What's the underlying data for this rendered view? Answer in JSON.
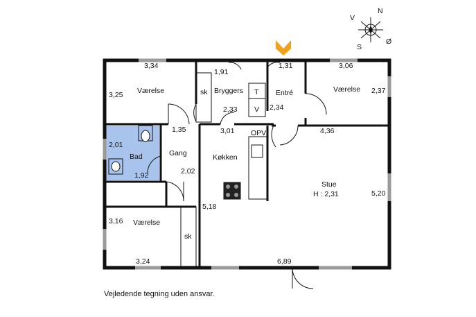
{
  "caption": "Vejledende tegning uden ansvar.",
  "colors": {
    "bad_fill": "#a9c4ec",
    "entrance_marker": "#f0a21c",
    "wall": "#111111",
    "window": "#9a9a9a"
  },
  "compass": {
    "v": "V",
    "n": "N",
    "s": "S",
    "o": "Ø"
  },
  "rooms": {
    "vaerelse_tl": {
      "name": "Værelse",
      "w": "3,34",
      "h": "3,25"
    },
    "bryggers": {
      "name": "Bryggers",
      "w": "1,91",
      "h": "2,33",
      "sk": "sk",
      "t": "T",
      "v": "V"
    },
    "entre": {
      "name": "Entré",
      "w": "1,31",
      "h": "2,34"
    },
    "vaerelse_tr": {
      "name": "Værelse",
      "w": "3,06",
      "h": "2,37"
    },
    "bad": {
      "name": "Bad",
      "w": "1,92",
      "h": "2,01"
    },
    "gang": {
      "name": "Gang",
      "w": "1,35",
      "h": "2,02"
    },
    "koekken": {
      "name": "Køkken",
      "w": "3,01",
      "opv": "OPV"
    },
    "stue": {
      "name": "Stue",
      "height_label": "H : 2,31",
      "w": "4,36",
      "h": "5,20"
    },
    "vaerelse_bl": {
      "name": "Værelse",
      "w": "3,24",
      "h": "3,16",
      "sk": "sk"
    },
    "misc": {
      "d518": "5,18",
      "d689": "6,89"
    }
  }
}
